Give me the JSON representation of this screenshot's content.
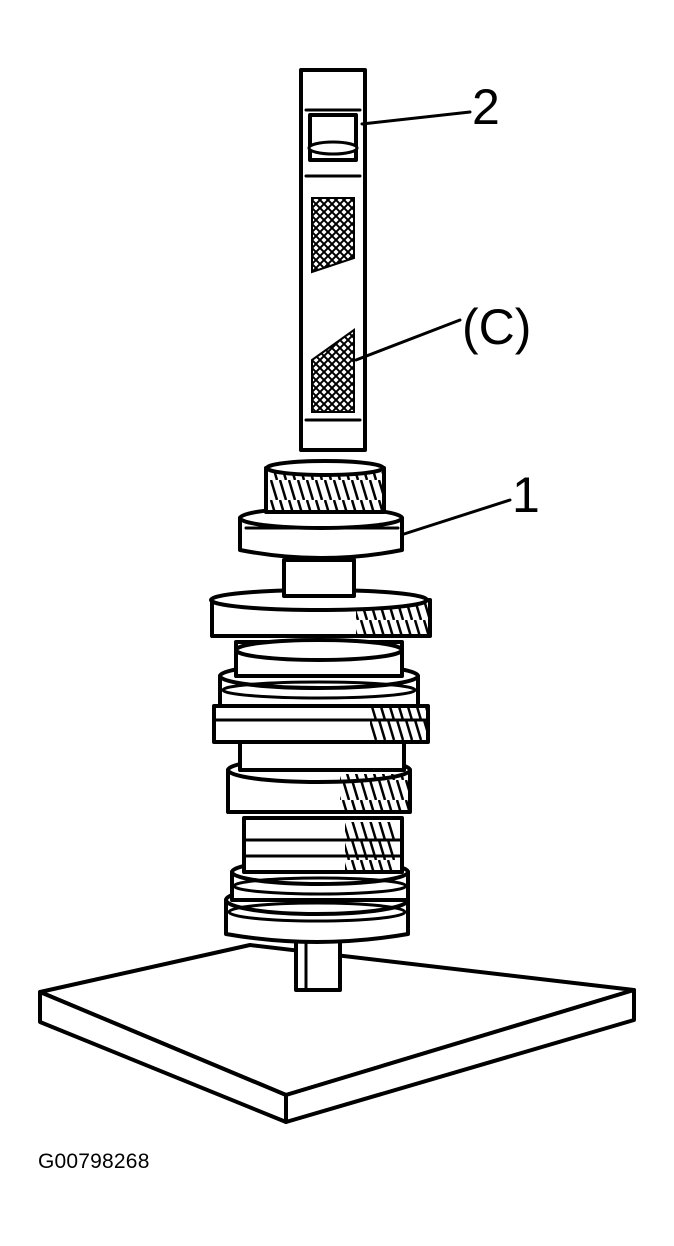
{
  "callouts": {
    "part_1": "1",
    "part_2": "2",
    "part_c": "(C)"
  },
  "figure_id": "G00798268",
  "colors": {
    "ink": "#000000",
    "paper": "#ffffff"
  }
}
